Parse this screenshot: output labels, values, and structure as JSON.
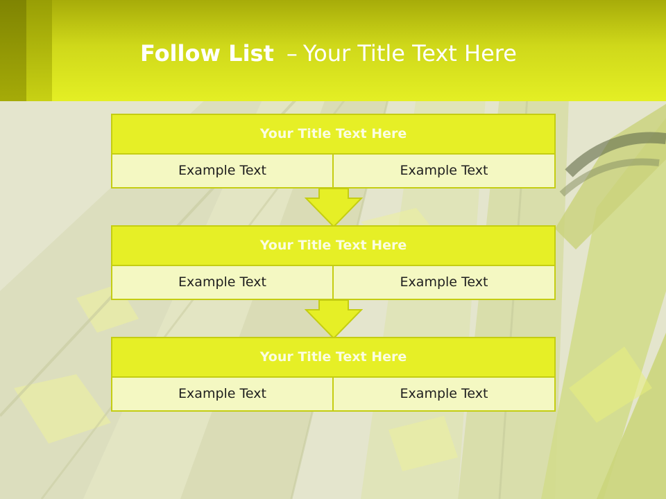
{
  "slide": {
    "title_bold": "Follow List",
    "title_separator": "–",
    "title_rest": "Your Title Text Here"
  },
  "blocks": [
    {
      "title": "Your Title Text Here",
      "left_text": "Example Text",
      "right_text": "Example Text"
    },
    {
      "title": "Your Title Text Here",
      "left_text": "Example Text",
      "right_text": "Example Text"
    },
    {
      "title": "Your Title Text Here",
      "left_text": "Example Text",
      "right_text": "Example Text"
    }
  ],
  "colors": {
    "header_yellow": "#e4ef24",
    "block_title_fill": "#e6ef26",
    "block_cell_fill": "#f4f8c2",
    "block_border": "#c4cd12"
  }
}
